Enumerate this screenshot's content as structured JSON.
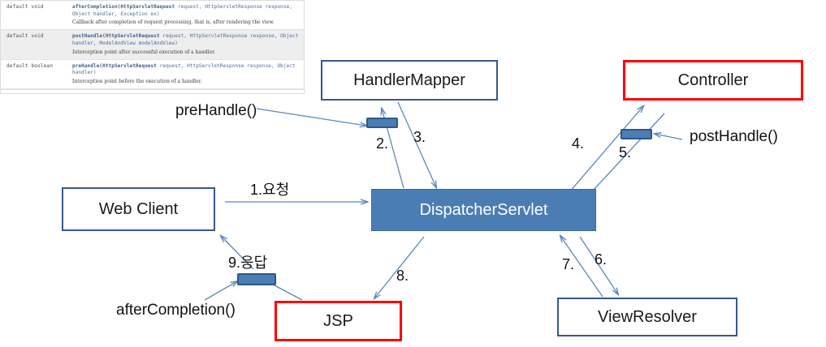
{
  "javadoc_table": {
    "rows": [
      {
        "modifier": "default void",
        "signature_bold": "afterCompletion(HttpServletRequest",
        "signature_rest": " request, HttpServletResponse response, Object handler, Exception ex)",
        "description": "Callback after completion of request processing, that is, after rendering the view."
      },
      {
        "modifier": "default void",
        "signature_bold": "postHandle(HttpServletRequest",
        "signature_rest": " request, HttpServletResponse response, Object handler, ModelAndView modelAndView)",
        "description": "Interception point after successful execution of a handler."
      },
      {
        "modifier": "default boolean",
        "signature_bold": "preHandle(HttpServletRequest",
        "signature_rest": " request, HttpServletResponse response, Object handler)",
        "description": "Interception point before the execution of a handler."
      }
    ]
  },
  "diagram": {
    "nodes": {
      "handler_mapper": "HandlerMapper",
      "controller": "Controller",
      "web_client": "Web Client",
      "dispatcher_servlet": "DispatcherServlet",
      "jsp": "JSP",
      "view_resolver": "ViewResolver"
    },
    "callouts": {
      "pre_handle": "preHandle()",
      "post_handle": "postHandle()",
      "after_completion": "afterCompletion()"
    },
    "step_labels": {
      "step1": "1.요청",
      "step2": "2.",
      "step3": "3.",
      "step4": "4.",
      "step5": "5.",
      "step6": "6.",
      "step7": "7.",
      "step8": "8.",
      "step9": "9.응답"
    },
    "colors": {
      "box_border_blue": "#36588c",
      "box_border_red": "#ff0000",
      "dispatcher_fill": "#4b7db5",
      "interceptor_fill": "#4b7db5",
      "interceptor_border": "#2f5687",
      "arrow_stroke": "#5b87bd"
    }
  }
}
